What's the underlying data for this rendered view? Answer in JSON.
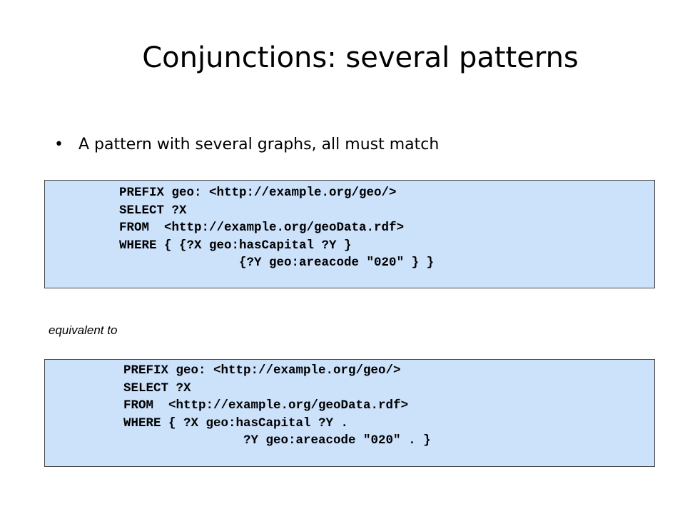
{
  "slide": {
    "title": "Conjunctions: several patterns",
    "bullet": "A pattern with several graphs, all must match",
    "bullet_marker": "•",
    "caption": "equivalent to",
    "query1": [
      "PREFIX geo: <http://example.org/geo/>",
      "SELECT ?X",
      "FROM  <http://example.org/geoData.rdf>",
      "WHERE { {?X geo:hasCapital ?Y }",
      "                {?Y geo:areacode \"020\" } }"
    ],
    "query2": [
      "PREFIX geo: <http://example.org/geo/>",
      "SELECT ?X",
      "FROM  <http://example.org/geoData.rdf>",
      "WHERE { ?X geo:hasCapital ?Y .",
      "                ?Y geo:areacode \"020\" . }"
    ],
    "colors": {
      "code_background": "#cce1fa",
      "code_border": "#4a4a4a",
      "text": "#000000"
    }
  }
}
